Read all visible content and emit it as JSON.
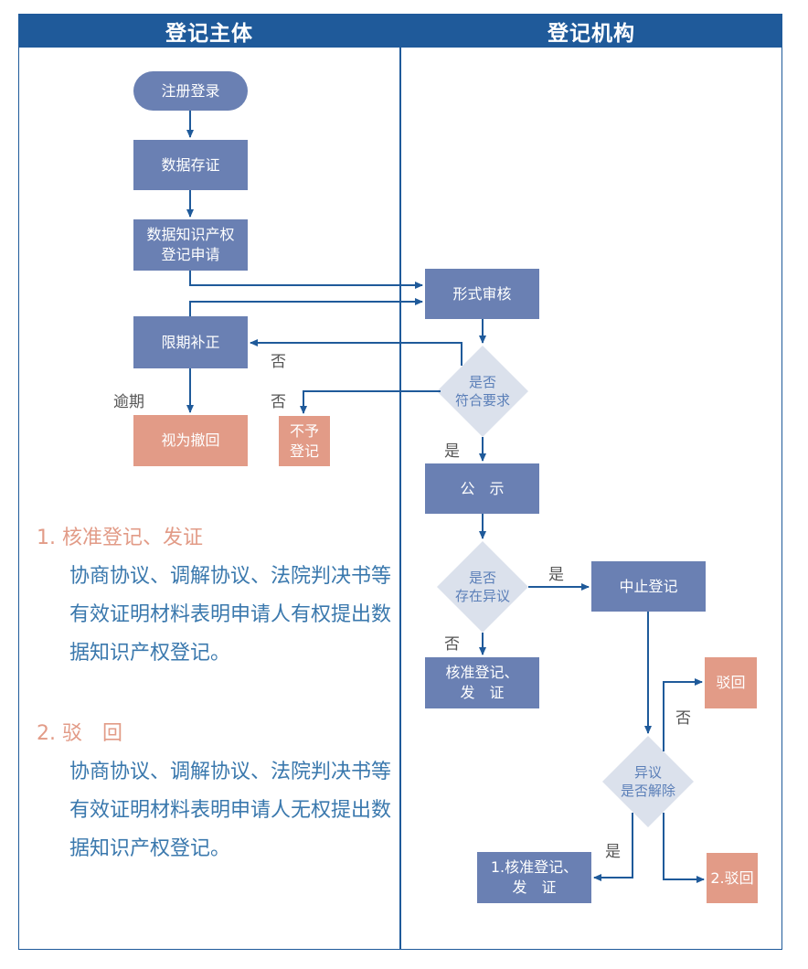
{
  "headers": {
    "left": "登记主体",
    "right": "登记机构"
  },
  "nodes": {
    "register_login": "注册登录",
    "data_deposit": "数据存证",
    "apply_line1": "数据知识产权",
    "apply_line2": "登记申请",
    "correction": "限期补正",
    "withdrawn": "视为撤回",
    "reject_line1": "不予",
    "reject_line2": "登记",
    "formal_review": "形式审核",
    "publicity": "公　示",
    "suspend": "中止登记",
    "approve_line1": "核准登记、",
    "approve_line2": "发　证",
    "reject_small": "驳回",
    "approve2_line1": "1.核准登记、",
    "approve2_line2": "发　证",
    "reject2": "2.驳回"
  },
  "decisions": {
    "meets_line1": "是否",
    "meets_line2": "符合要求",
    "objection_line1": "是否",
    "objection_line2": "存在异议",
    "resolved_line1": "异议",
    "resolved_line2": "是否解除"
  },
  "labels": {
    "no1": "否",
    "no2": "否",
    "overdue": "逾期",
    "yes1": "是",
    "yes2": "是",
    "no3": "否",
    "no4": "否",
    "yes3": "是"
  },
  "notes": {
    "item1_title": "1. 核准登记、发证",
    "item1_body": "协商协议、调解协议、法院判决书等有效证明材料表明申请人有权提出数据知识产权登记。",
    "item2_title": "2. 驳　回",
    "item2_body": "协商协议、调解协议、法院判决书等有效证明材料表明申请人无权提出数据知识产权登记。"
  },
  "colors": {
    "primary": "#1f5a9a",
    "node": "#6a80b3",
    "salmon": "#e29b87",
    "diamond": "#dbe1ec"
  }
}
